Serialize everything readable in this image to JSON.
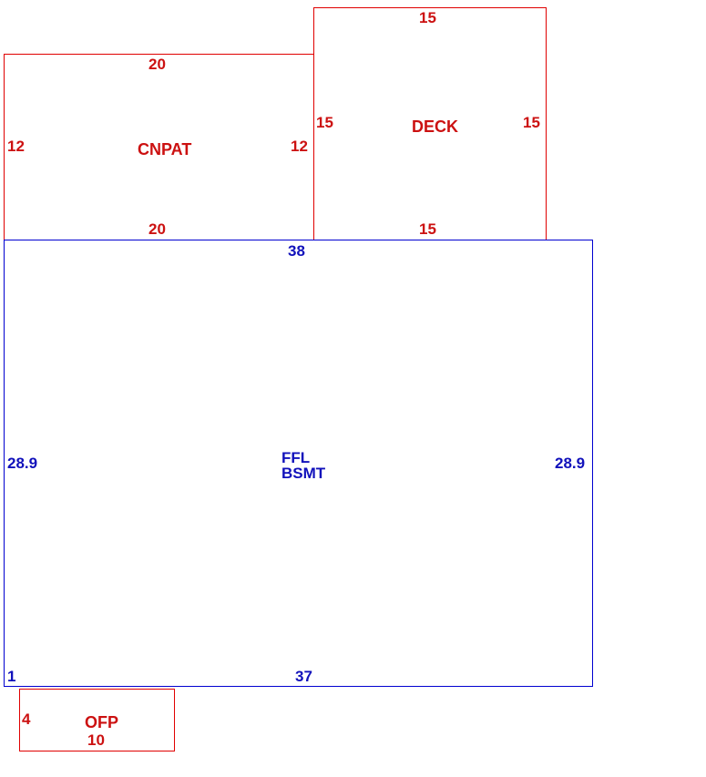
{
  "sketch": {
    "colors": {
      "porch_lines": "#e00000",
      "main_lines": "#0000d0",
      "porch_text": "#cc1111",
      "main_text": "#1111bb"
    },
    "cnpat": {
      "name": "CNPAT",
      "top": "20",
      "bottom": "20",
      "left": "12",
      "right": "12"
    },
    "deck": {
      "name": "DECK",
      "top": "15",
      "bottom": "15",
      "left": "15",
      "right": "15"
    },
    "main": {
      "name_line1": "FFL",
      "name_line2": "BSMT",
      "top": "38",
      "bottom": "37",
      "left": "28.9",
      "right": "28.9",
      "corner": "1"
    },
    "ofp": {
      "name": "OFP",
      "left": "4",
      "bottom": "10"
    }
  }
}
